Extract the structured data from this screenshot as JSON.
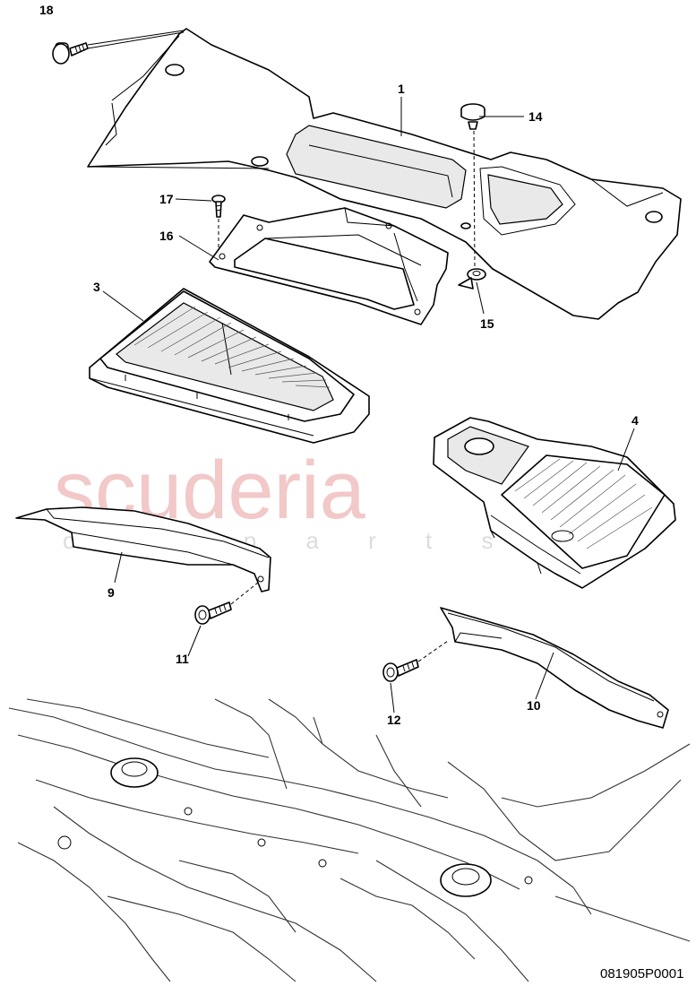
{
  "watermark": {
    "brand": "scuderia",
    "sub": "c a r p a r t s"
  },
  "document_number": "081905P0001",
  "callouts": {
    "c1": "1",
    "c3": "3",
    "c4": "4",
    "c9": "9",
    "c10": "10",
    "c11": "11",
    "c12": "12",
    "c14": "14",
    "c15": "15",
    "c16": "16",
    "c17": "17",
    "c18": "18"
  }
}
